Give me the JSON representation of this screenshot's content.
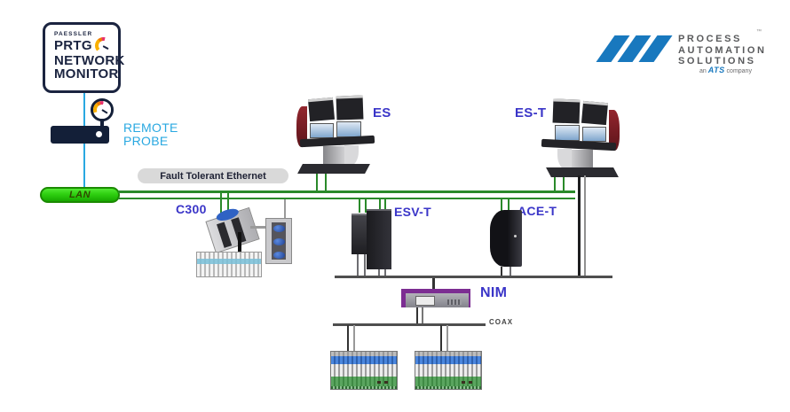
{
  "prtg_logo": {
    "brand": "PAESSLER",
    "product": "PRTG",
    "line2": "NETWORK",
    "line3": "MONITOR"
  },
  "remote_probe": {
    "label": "REMOTE\nPROBE"
  },
  "lan": {
    "label": "LAN"
  },
  "ethernet": {
    "label": "Fault Tolerant Ethernet"
  },
  "devices": {
    "es": {
      "label": "ES"
    },
    "es_t": {
      "label": "ES-T"
    },
    "c300": {
      "label": "C300"
    },
    "esv_t": {
      "label": "ESV-T"
    },
    "ace_t": {
      "label": "ACE-T"
    },
    "nim": {
      "label": "NIM"
    }
  },
  "coax": {
    "label": "COAX"
  },
  "pas_logo": {
    "line1": "PROCESS",
    "line2": "AUTOMATION",
    "line3": "SOLUTIONS",
    "trademark": "™",
    "tagline_prefix": "an",
    "tagline_brand": "ATS",
    "tagline_suffix": "company"
  },
  "colors": {
    "prtg_navy": "#1b2440",
    "probe_blue": "#29a8e1",
    "lan_green": "#2ecf10",
    "ethernet_green": "#2a8a2a",
    "device_label_blue": "#3a35c8",
    "nim_purple": "#7c2d92",
    "pas_blue": "#1878be"
  }
}
